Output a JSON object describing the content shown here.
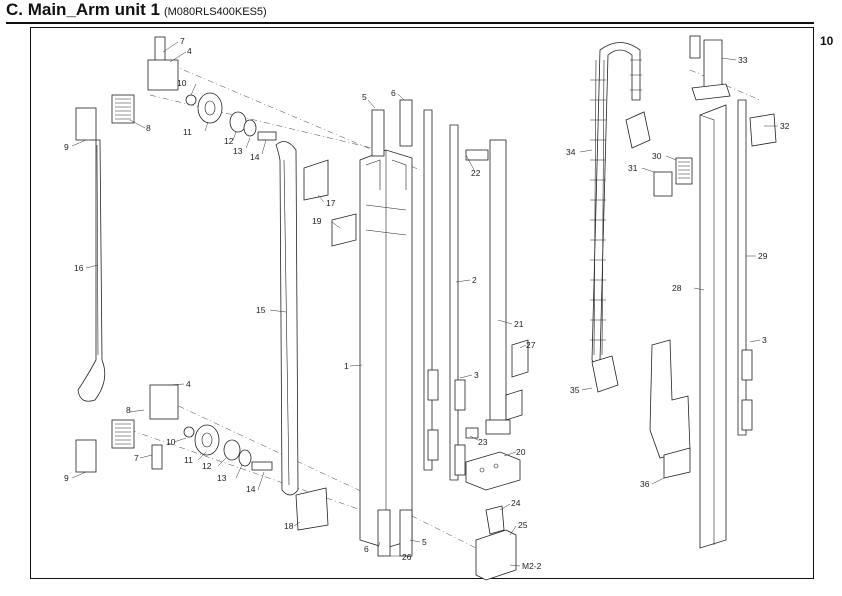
{
  "header": {
    "title": "C. Main_Arm unit 1",
    "code": "(M080RLS400KES5)",
    "page_number": "10"
  },
  "callouts": [
    {
      "id": "c7a",
      "text": "7"
    },
    {
      "id": "c4a",
      "text": "4"
    },
    {
      "id": "c10a",
      "text": "10"
    },
    {
      "id": "c8a",
      "text": "8"
    },
    {
      "id": "c9a",
      "text": "9"
    },
    {
      "id": "c11a",
      "text": "11"
    },
    {
      "id": "c12a",
      "text": "12"
    },
    {
      "id": "c13a",
      "text": "13"
    },
    {
      "id": "c14a",
      "text": "14"
    },
    {
      "id": "c5a",
      "text": "5"
    },
    {
      "id": "c6a",
      "text": "6"
    },
    {
      "id": "c17",
      "text": "17"
    },
    {
      "id": "c19",
      "text": "19"
    },
    {
      "id": "c22",
      "text": "22"
    },
    {
      "id": "c16",
      "text": "16"
    },
    {
      "id": "c15",
      "text": "15"
    },
    {
      "id": "c2",
      "text": "2"
    },
    {
      "id": "c21",
      "text": "21"
    },
    {
      "id": "c1",
      "text": "1"
    },
    {
      "id": "c27",
      "text": "27"
    },
    {
      "id": "c3a",
      "text": "3"
    },
    {
      "id": "c4b",
      "text": "4"
    },
    {
      "id": "c8b",
      "text": "8"
    },
    {
      "id": "c10b",
      "text": "10"
    },
    {
      "id": "c7b",
      "text": "7"
    },
    {
      "id": "c11b",
      "text": "11"
    },
    {
      "id": "c12b",
      "text": "12"
    },
    {
      "id": "c13b",
      "text": "13"
    },
    {
      "id": "c9b",
      "text": "9"
    },
    {
      "id": "c14b",
      "text": "14"
    },
    {
      "id": "c23",
      "text": "23"
    },
    {
      "id": "c20",
      "text": "20"
    },
    {
      "id": "c24",
      "text": "24"
    },
    {
      "id": "c18",
      "text": "18"
    },
    {
      "id": "c6b",
      "text": "6"
    },
    {
      "id": "c26",
      "text": "26"
    },
    {
      "id": "c5b",
      "text": "5"
    },
    {
      "id": "c25",
      "text": "25"
    },
    {
      "id": "cM22",
      "text": "M2-2"
    },
    {
      "id": "c33",
      "text": "33"
    },
    {
      "id": "c32",
      "text": "32"
    },
    {
      "id": "c34",
      "text": "34"
    },
    {
      "id": "c30",
      "text": "30"
    },
    {
      "id": "c31",
      "text": "31"
    },
    {
      "id": "c29",
      "text": "29"
    },
    {
      "id": "c28",
      "text": "28"
    },
    {
      "id": "c3b",
      "text": "3"
    },
    {
      "id": "c35",
      "text": "35"
    },
    {
      "id": "c36",
      "text": "36"
    }
  ]
}
